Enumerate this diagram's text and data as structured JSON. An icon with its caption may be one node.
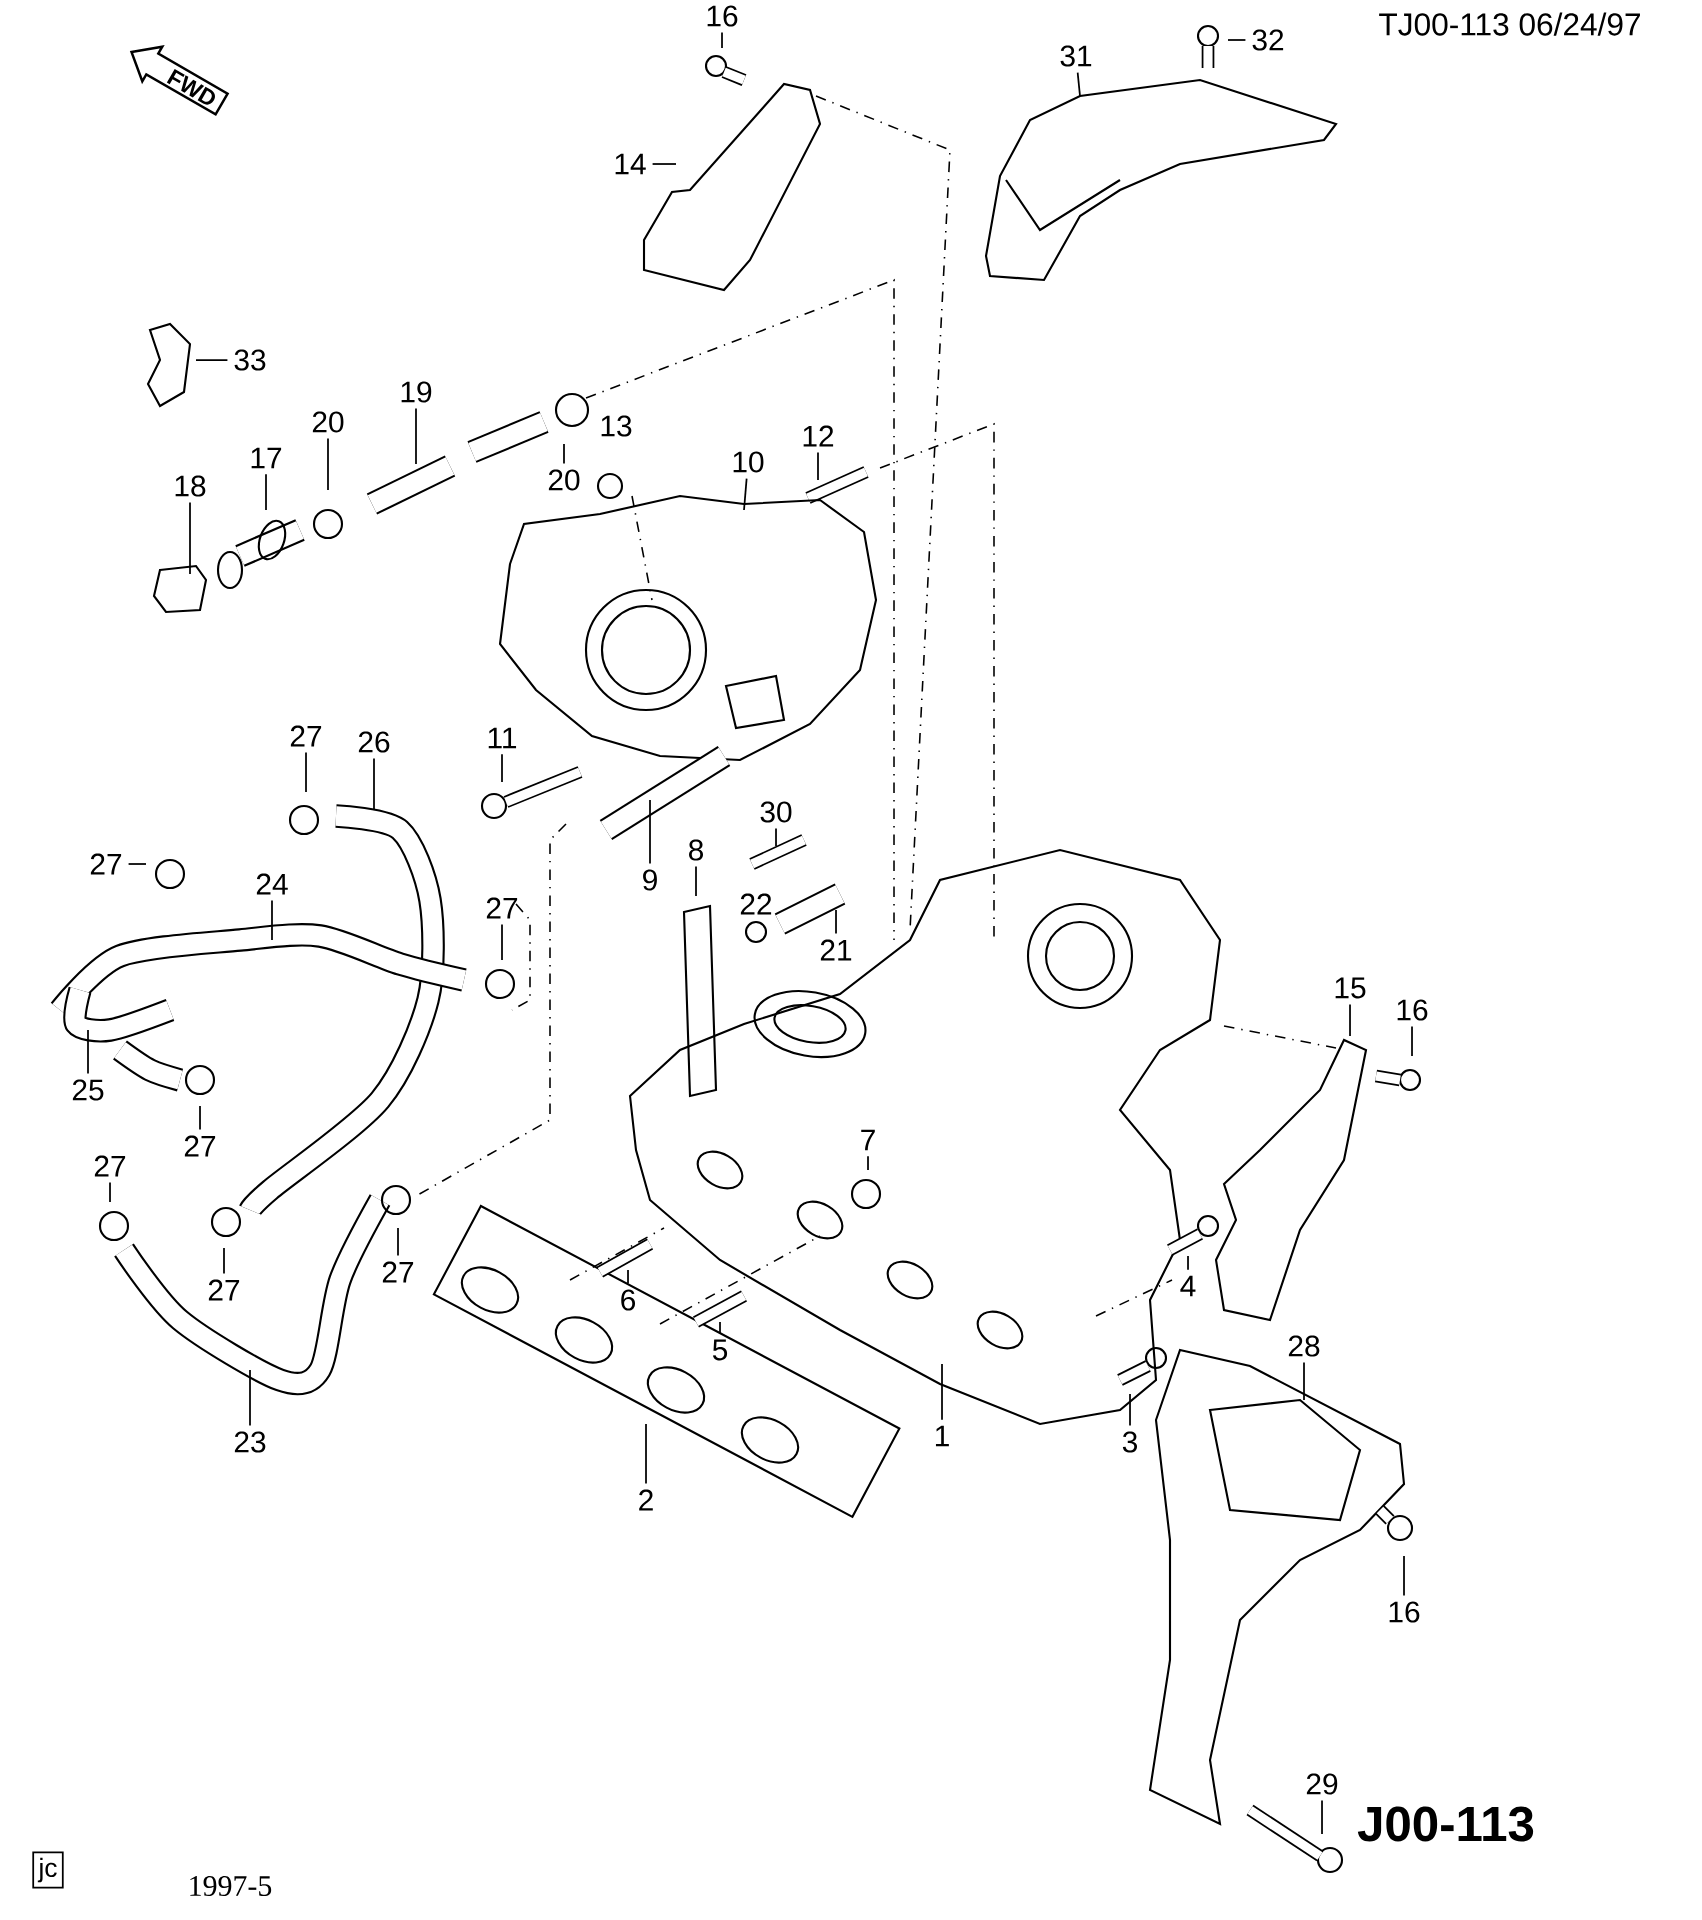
{
  "diagram": {
    "nodes": [
      {
        "text": [
          "16"
        ]
      },
      {
        "text": [
          "32"
        ]
      },
      {
        "text": [
          "31"
        ]
      },
      {
        "text": [
          "14"
        ]
      },
      {
        "text": [
          "33"
        ]
      },
      {
        "text": [
          "19"
        ]
      },
      {
        "text": [
          "20"
        ]
      },
      {
        "text": [
          "12"
        ]
      },
      {
        "text": [
          "17"
        ]
      },
      {
        "text": [
          "10"
        ]
      },
      {
        "text": [
          "20"
        ]
      },
      {
        "text": [
          "18"
        ]
      },
      {
        "text": [
          "27"
        ]
      },
      {
        "text": [
          "11"
        ]
      },
      {
        "text": [
          "26"
        ]
      },
      {
        "text": [
          "30"
        ]
      },
      {
        "text": [
          "8"
        ]
      },
      {
        "text": [
          "27"
        ]
      },
      {
        "text": [
          "9"
        ]
      },
      {
        "text": [
          "24"
        ]
      },
      {
        "text": [
          "27"
        ]
      },
      {
        "text": [
          "21"
        ]
      },
      {
        "text": [
          "15"
        ]
      },
      {
        "text": [
          "16"
        ]
      },
      {
        "text": [
          "25"
        ]
      },
      {
        "text": [
          "7"
        ]
      },
      {
        "text": [
          "27"
        ]
      },
      {
        "text": [
          "27"
        ]
      },
      {
        "text": [
          "27"
        ]
      },
      {
        "text": [
          "4"
        ]
      },
      {
        "text": [
          "27"
        ]
      },
      {
        "text": [
          "6"
        ]
      },
      {
        "text": [
          "28"
        ]
      },
      {
        "text": [
          "5"
        ]
      },
      {
        "text": [
          "23"
        ]
      },
      {
        "text": [
          "1"
        ]
      },
      {
        "text": [
          "3"
        ]
      },
      {
        "text": [
          "2"
        ]
      },
      {
        "text": [
          "16"
        ]
      },
      {
        "text": [
          "29"
        ]
      }
    ],
    "edges": [
      {
        "from": 0,
        "to": null,
        "arrow": "none"
      },
      {
        "from": 1,
        "to": null,
        "arrow": "none"
      },
      {
        "from": 2,
        "to": null,
        "arrow": "none"
      },
      {
        "from": 3,
        "to": null,
        "arrow": "none"
      },
      {
        "from": 4,
        "to": null,
        "arrow": "none"
      },
      {
        "from": 5,
        "to": null,
        "arrow": "none"
      },
      {
        "from": 6,
        "to": null,
        "arrow": "none"
      },
      {
        "from": 7,
        "to": null,
        "arrow": "none"
      },
      {
        "from": 8,
        "to": null,
        "arrow": "none"
      },
      {
        "from": 9,
        "to": null,
        "arrow": "none"
      },
      {
        "from": 10,
        "to": null,
        "arrow": "none"
      },
      {
        "from": 11,
        "to": null,
        "arrow": "none"
      },
      {
        "from": 12,
        "to": null,
        "arrow": "none"
      },
      {
        "from": 13,
        "to": null,
        "arrow": "none"
      },
      {
        "from": 14,
        "to": null,
        "arrow": "none"
      },
      {
        "from": 15,
        "to": null,
        "arrow": "none"
      },
      {
        "from": 16,
        "to": null,
        "arrow": "none"
      },
      {
        "from": 17,
        "to": null,
        "arrow": "none"
      },
      {
        "from": 18,
        "to": null,
        "arrow": "none"
      },
      {
        "from": 19,
        "to": null,
        "arrow": "none"
      },
      {
        "from": 20,
        "to": null,
        "arrow": "none"
      },
      {
        "from": 21,
        "to": null,
        "arrow": "none"
      },
      {
        "from": 22,
        "to": null,
        "arrow": "none"
      },
      {
        "from": 23,
        "to": null,
        "arrow": "none"
      },
      {
        "from": 24,
        "to": null,
        "arrow": "none"
      },
      {
        "from": 25,
        "to": null,
        "arrow": "none"
      },
      {
        "from": 26,
        "to": null,
        "arrow": "none"
      },
      {
        "from": 27,
        "to": null,
        "arrow": "none"
      },
      {
        "from": 28,
        "to": null,
        "arrow": "none"
      },
      {
        "from": 29,
        "to": null,
        "arrow": "none"
      },
      {
        "from": 30,
        "to": null,
        "arrow": "none"
      },
      {
        "from": 31,
        "to": null,
        "arrow": "none"
      },
      {
        "from": 32,
        "to": null,
        "arrow": "none"
      },
      {
        "from": 33,
        "to": null,
        "arrow": "none"
      },
      {
        "from": 34,
        "to": null,
        "arrow": "none"
      },
      {
        "from": 35,
        "to": null,
        "arrow": "none"
      },
      {
        "from": 36,
        "to": null,
        "arrow": "none"
      },
      {
        "from": 37,
        "to": null,
        "arrow": "none"
      },
      {
        "from": 38,
        "to": null,
        "arrow": "none"
      },
      {
        "from": 39,
        "to": null,
        "arrow": "none"
      }
    ],
    "labels": [
      "TJ00-113 06/24/97",
      "FWD",
      "13",
      "22",
      "J00-113",
      "jc",
      "1997-5"
    ]
  }
}
